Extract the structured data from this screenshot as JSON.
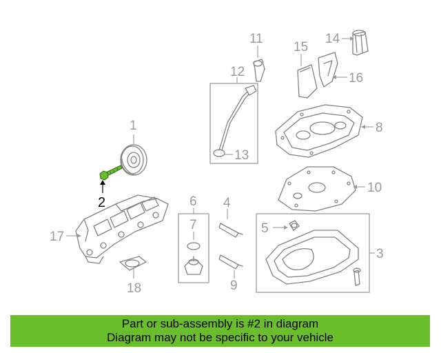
{
  "diagram": {
    "callouts": {
      "c1": "1",
      "c2": "2",
      "c3": "3",
      "c4": "4",
      "c5": "5",
      "c6": "6",
      "c7": "7",
      "c8": "8",
      "c9": "9",
      "c10": "10",
      "c11": "11",
      "c12": "12",
      "c13": "13",
      "c14": "14",
      "c15": "15",
      "c16": "16",
      "c17": "17",
      "c18": "18"
    },
    "highlight_color": "#6abd2b"
  },
  "banner": {
    "line1": "Part or sub-assembly is #2 in diagram",
    "line2": "Diagram may not be specific to your vehicle",
    "color": "#6abd2b"
  }
}
